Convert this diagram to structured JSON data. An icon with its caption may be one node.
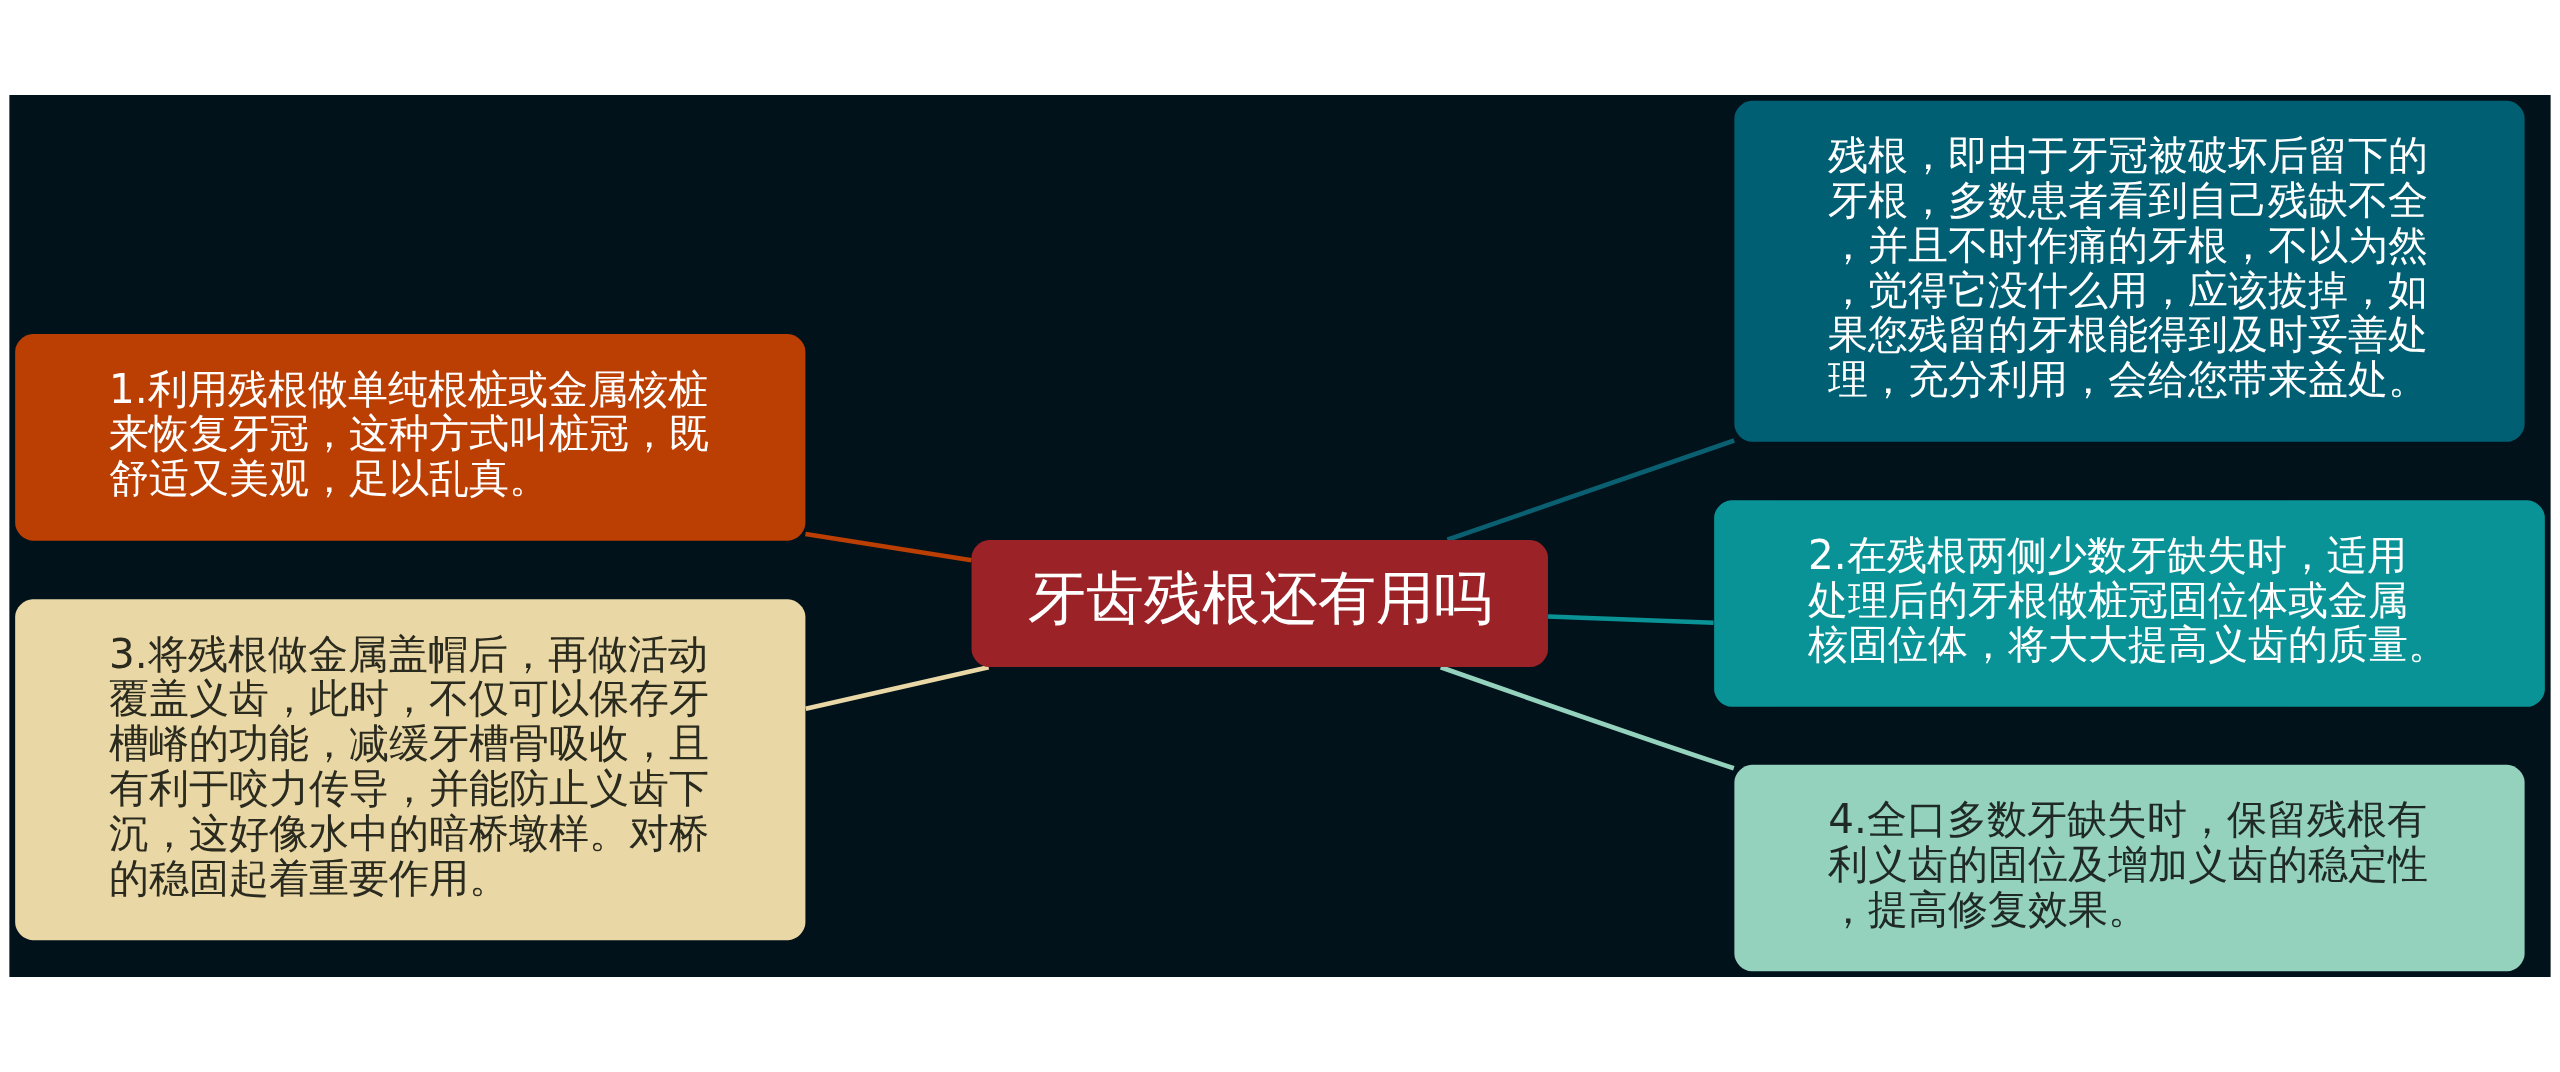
{
  "diagram": {
    "nodes": [
      {
        "text": [
          "牙齿残根还有用吗"
        ]
      },
      {
        "text": [
          "残根，即由于牙冠被破坏后留下的牙根，多数患者看到自己残缺不全，并且不时作痛的牙根，不以为然，觉得它没什么用，应该拔掉，如果您残留的牙根能得到及时妥善处理，充分利用，会给您带来益处。"
        ]
      },
      {
        "text": [
          "1.利用残根做单纯根桩或金属核桩来恢复牙冠，这种方式叫桩冠，既舒适又美观，足以乱真。"
        ]
      },
      {
        "text": [
          "2.在残根两侧少数牙缺失时，适用处理后的牙根做桩冠固位体或金属核固位体，将大大提高义齿的质量。"
        ]
      },
      {
        "text": [
          "3.将残根做金属盖帽后，再做活动覆盖义齿，此时，不仅可以保存牙槽嵴的功能，减缓牙槽骨吸收，且有利于咬力传导，并能防止义齿下沉，这好像水中的暗桥墩样。对桥的稳固起着重要作用。"
        ]
      },
      {
        "text": [
          "4.全口多数牙缺失时，保留残根有利义齿的固位及增加义齿的稳定性，提高修复效果。"
        ]
      }
    ],
    "edges": [
      {
        "from": 0,
        "to": 1,
        "arrow": "none",
        "color": "#0a5f70"
      },
      {
        "from": 2,
        "to": 0,
        "arrow": "none",
        "color": "#bb3e03"
      },
      {
        "from": 0,
        "to": 3,
        "arrow": "none",
        "color": "#0a9396"
      },
      {
        "from": 4,
        "to": 0,
        "arrow": "none",
        "color": "#e9d8a6"
      },
      {
        "from": 0,
        "to": 5,
        "arrow": "none",
        "color": "#94d2bd"
      }
    ]
  }
}
